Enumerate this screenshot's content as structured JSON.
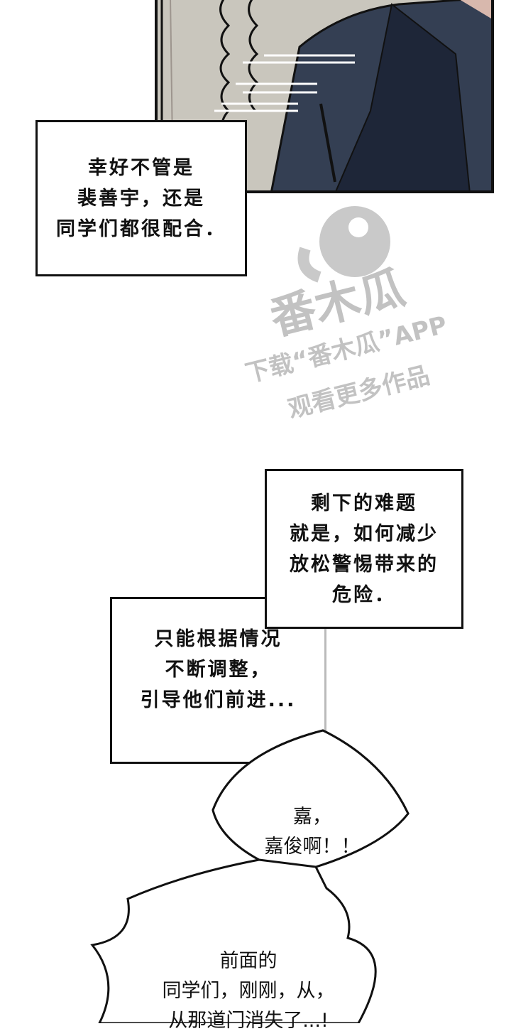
{
  "comic": {
    "panel_top": {
      "colors": {
        "background": "#c9c6bd",
        "coat_dark": "#1e2638",
        "coat_mid": "#343f53",
        "skin": "#d8b8ad",
        "border": "#111111"
      }
    },
    "captions": [
      {
        "id": "caption-1",
        "text": "幸好不管是\n裴善宇，还是\n同学们都很配合．"
      },
      {
        "id": "caption-2",
        "text": "剩下的难题\n就是，如何减少\n放松警惕带来的\n危险．"
      },
      {
        "id": "caption-3",
        "text": "只能根据情况\n不断调整，\n引导他们前进..."
      }
    ],
    "speech_bubbles": [
      {
        "id": "bubble-1",
        "text": "嘉，\n嘉俊啊！！"
      },
      {
        "id": "bubble-2",
        "text": "前面的\n同学们，刚刚，从，\n从那道门消失了...!"
      }
    ],
    "watermark": {
      "logo_text": "番木瓜",
      "line1": "下载“番木瓜”APP",
      "line2": "观看更多作品"
    }
  }
}
